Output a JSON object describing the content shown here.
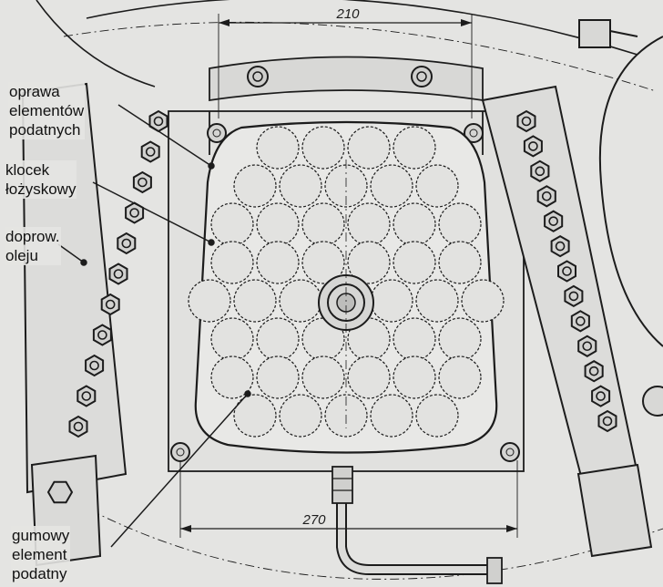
{
  "labels": {
    "oprawa": [
      "oprawa",
      "elementów",
      "podatnych"
    ],
    "klocek": [
      "klocek",
      "łożyskowy"
    ],
    "doprow": [
      "doprow.",
      "oleju"
    ],
    "gumowy": [
      "gumowy",
      "element",
      "podatny"
    ]
  },
  "dimensions": {
    "top": "210",
    "bottom": "270"
  },
  "rubber_element_rows": [
    4,
    5,
    6,
    6,
    7,
    6,
    6,
    5
  ]
}
